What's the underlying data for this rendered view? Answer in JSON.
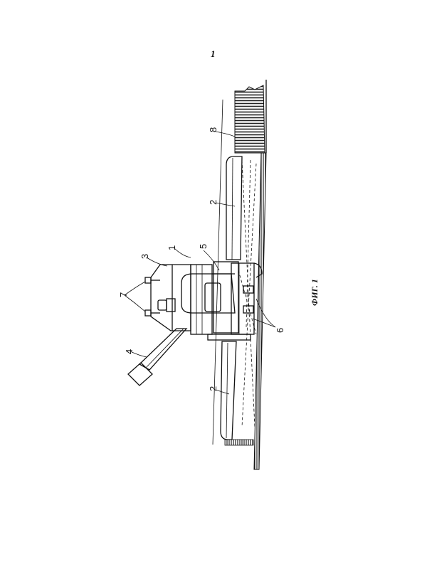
{
  "sheet_number": "1",
  "caption": "ФИГ. 1",
  "labels": {
    "l1": "1",
    "l2a": "2",
    "l2b": "2",
    "l3": "3",
    "l4": "4",
    "l5": "5",
    "l6": "6",
    "l7": "7",
    "l8": "8"
  }
}
